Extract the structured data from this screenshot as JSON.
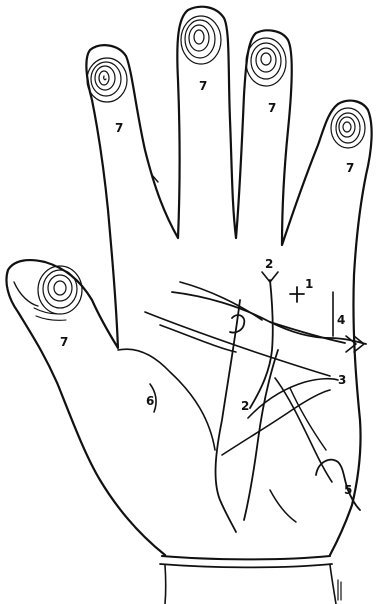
{
  "diagram": {
    "subject": "palm of a hand with fingerprints and palm creases",
    "ink_color": "#111111",
    "background": "#ffffff"
  },
  "labels": {
    "index_fingertip": "7",
    "middle_fingertip": "7",
    "ring_fingertip": "7",
    "little_fingertip": "7",
    "thumb": "7",
    "cross_mark_number": "1",
    "cross_mark_symbol": "+",
    "upper_axial": "2",
    "lower_axial": "2",
    "distal_crease": "3",
    "ulnar_line": "4",
    "hypothenar_pattern": "5",
    "thenar": "6"
  }
}
